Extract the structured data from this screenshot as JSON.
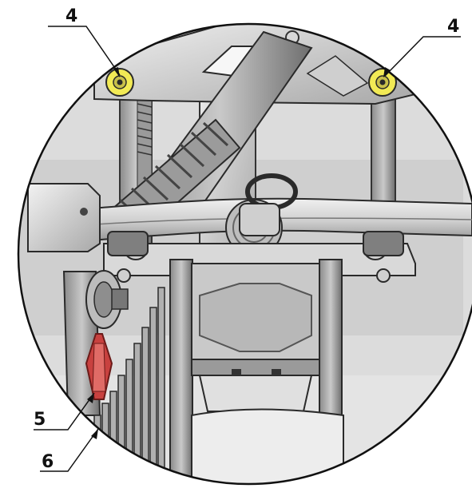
{
  "figure": {
    "callouts": [
      {
        "id": "left-washer",
        "label": "4"
      },
      {
        "id": "right-washer",
        "label": "4"
      },
      {
        "id": "red-pulley",
        "label": "5"
      },
      {
        "id": "cassette",
        "label": "6"
      }
    ],
    "colors": {
      "background": "#ffffff",
      "metal_light": "#e6e6e6",
      "metal_mid": "#b9b9b9",
      "metal_dark": "#7a7a7a",
      "outline": "#2a2a2a",
      "washer_yellow": "#f2ea55",
      "highlight_red": "#c8413f"
    }
  }
}
